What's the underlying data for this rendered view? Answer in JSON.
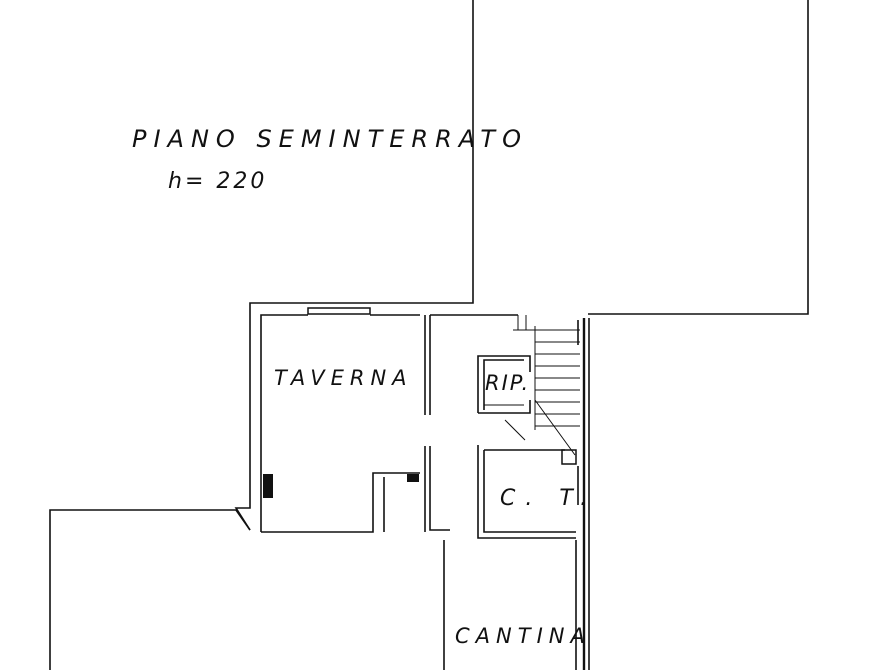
{
  "plan": {
    "title": "PIANO SEMINTERRATO",
    "height_note": "h= 220",
    "rooms": {
      "taverna": "TAVERNA",
      "rip": "RIP.",
      "ct": "C. T.",
      "cantina": "CANTINA"
    }
  },
  "colors": {
    "ink": "#111111",
    "paper": "#ffffff"
  }
}
